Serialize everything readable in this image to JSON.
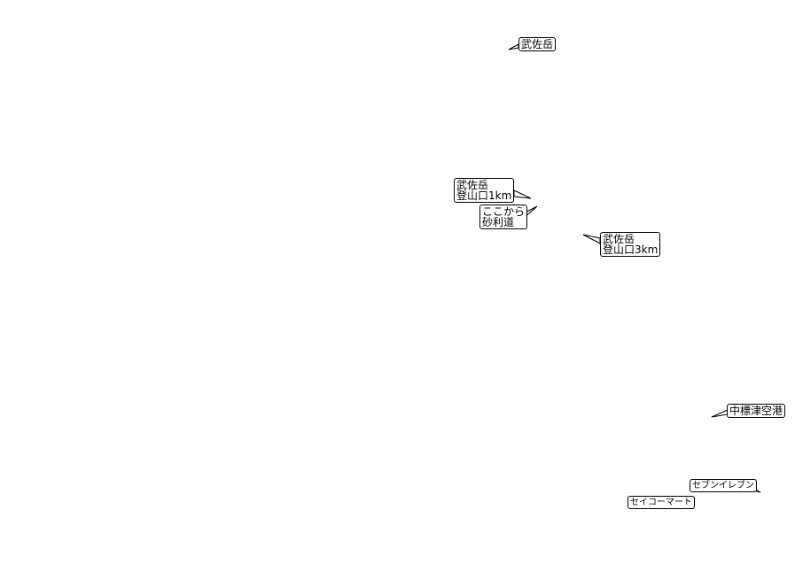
{
  "map": {
    "labels": [
      {
        "id": "takesa-dake",
        "lines": [
          "武佐岳"
        ]
      },
      {
        "id": "trailhead-1km",
        "lines": [
          "武佐岳",
          "登山口1km"
        ]
      },
      {
        "id": "gravel-road",
        "lines": [
          "ここから",
          "砂利道"
        ]
      },
      {
        "id": "trailhead-3km",
        "lines": [
          "武佐岳",
          "登山口3km"
        ]
      },
      {
        "id": "nakashibetsu-airport",
        "lines": [
          "中標津空港"
        ]
      },
      {
        "id": "seven-eleven",
        "lines": [
          "セブンイレブン"
        ]
      },
      {
        "id": "seicomart",
        "lines": [
          "セイコーマート"
        ]
      }
    ],
    "colors": {
      "background": "#ffffff",
      "ink": "#000000"
    }
  }
}
